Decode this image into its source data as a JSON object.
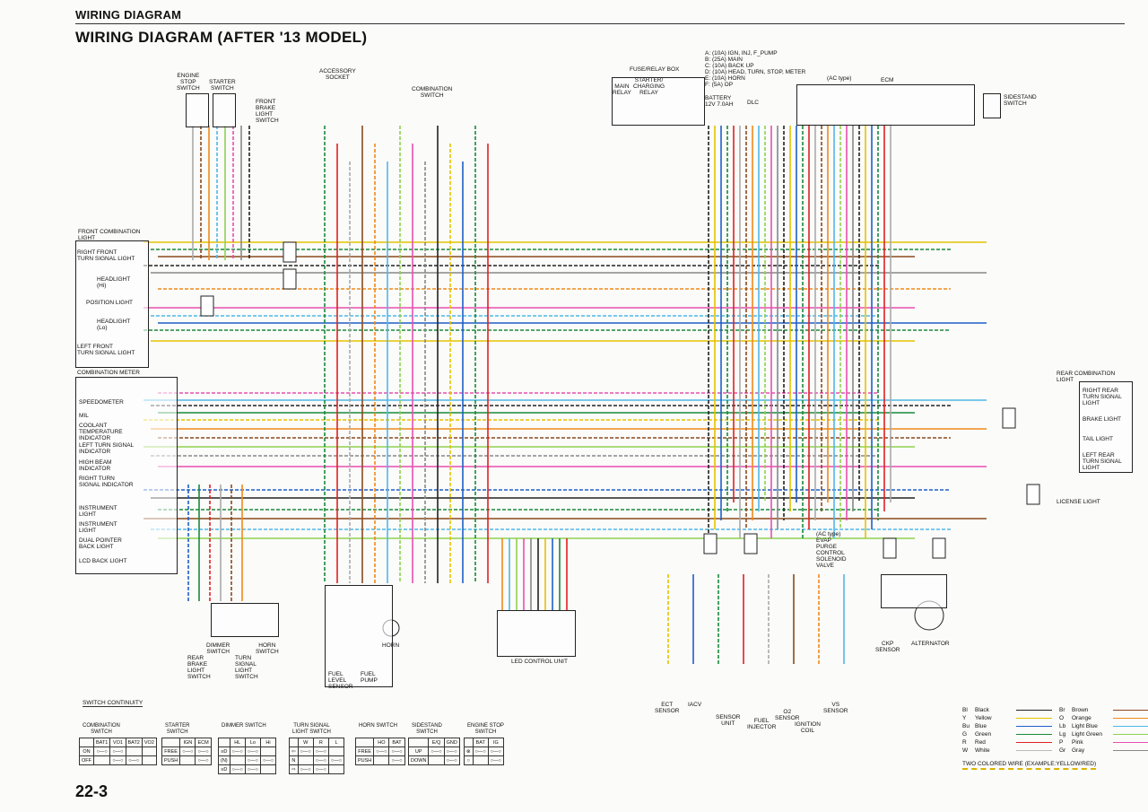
{
  "header": {
    "section": "WIRING DIAGRAM",
    "title": "WIRING DIAGRAM (AFTER '13 MODEL)"
  },
  "page_number": "22-3",
  "components": [
    {
      "id": "engine_stop",
      "label": "ENGINE\nSTOP\nSWITCH"
    },
    {
      "id": "starter_sw",
      "label": "STARTER\nSWITCH"
    },
    {
      "id": "front_brake",
      "label": "FRONT\nBRAKE\nLIGHT\nSWITCH"
    },
    {
      "id": "accessory",
      "label": "ACCESSORY\nSOCKET"
    },
    {
      "id": "combination_switch",
      "label": "COMBINATION\nSWITCH"
    },
    {
      "id": "fuse_box",
      "label": "FUSE/RELAY BOX"
    },
    {
      "id": "main_relay",
      "label": "MAIN\nRELAY"
    },
    {
      "id": "starter_relay",
      "label": "STARTER/\nCHARGING\nRELAY"
    },
    {
      "id": "battery",
      "label": "BATTERY\n12V 7.0AH"
    },
    {
      "id": "dlc",
      "label": "DLC"
    },
    {
      "id": "ac_type",
      "label": "(AC type)"
    },
    {
      "id": "ecm",
      "label": "ECM"
    },
    {
      "id": "sidestand",
      "label": "SIDESTAND\nSWITCH"
    },
    {
      "id": "front_combination",
      "label": "FRONT COMBINATION\nLIGHT"
    },
    {
      "id": "combination_meter",
      "label": "COMBINATION METER"
    },
    {
      "id": "rear_combination",
      "label": "REAR COMBINATION\nLIGHT"
    },
    {
      "id": "license_light",
      "label": "LICENSE LIGHT"
    },
    {
      "id": "evap",
      "label": "(AC type)\nEVAP\nPURGE\nCONTROL\nSOLENOID\nVALVE"
    },
    {
      "id": "dimmer",
      "label": "DIMMER\nSWITCH"
    },
    {
      "id": "rear_brake",
      "label": "REAR\nBRAKE\nLIGHT\nSWITCH"
    },
    {
      "id": "turn_signal_sw",
      "label": "TURN\nSIGNAL\nLIGHT\nSWITCH"
    },
    {
      "id": "horn_sw",
      "label": "HORN\nSWITCH"
    },
    {
      "id": "fuel_level",
      "label": "FUEL\nLEVEL\nSENSOR"
    },
    {
      "id": "fuel_pump",
      "label": "FUEL\nPUMP"
    },
    {
      "id": "horn",
      "label": "HORN"
    },
    {
      "id": "led_control",
      "label": "LED CONTROL UNIT"
    },
    {
      "id": "ect",
      "label": "ECT\nSENSOR"
    },
    {
      "id": "iacv",
      "label": "IACV"
    },
    {
      "id": "sensor_unit",
      "label": "SENSOR\nUNIT"
    },
    {
      "id": "fuel_injector",
      "label": "FUEL\nINJECTOR"
    },
    {
      "id": "o2",
      "label": "O2\nSENSOR"
    },
    {
      "id": "ignition_coil",
      "label": "IGNITION\nCOIL"
    },
    {
      "id": "vs",
      "label": "VS\nSENSOR"
    },
    {
      "id": "ckp",
      "label": "CKP\nSENSOR"
    },
    {
      "id": "alternator",
      "label": "ALTERNATOR"
    }
  ],
  "fuse_list": "A: (10A) IGN, INJ, F_PUMP\nB: (25A) MAIN\nC: (10A) BACK UP\nD: (10A) HEAD, TURN, STOP, METER\nE: (10A) HORN\nF: (5A) OP",
  "front_lights": [
    "RIGHT FRONT\nTURN SIGNAL LIGHT",
    "HEADLIGHT\n(Hi)",
    "POSITION LIGHT",
    "HEADLIGHT\n(Lo)",
    "LEFT FRONT\nTURN SIGNAL LIGHT"
  ],
  "meter_items": [
    "SPEEDOMETER",
    "MIL",
    "COOLANT\nTEMPERATURE\nINDICATOR",
    "LEFT TURN SIGNAL\nINDICATOR",
    "HIGH BEAM\nINDICATOR",
    "RIGHT TURN\nSIGNAL INDICATOR",
    "INSTRUMENT\nLIGHT",
    "INSTRUMENT\nLIGHT",
    "DUAL POINTER\nBACK LIGHT",
    "LCD BACK LIGHT"
  ],
  "rear_lights": [
    "RIGHT REAR\nTURN SIGNAL\nLIGHT",
    "BRAKE LIGHT",
    "TAIL LIGHT",
    "LEFT REAR\nTURN SIGNAL\nLIGHT"
  ],
  "legend": {
    "left": [
      {
        "code": "Bl",
        "name": "Black",
        "color": "#222222"
      },
      {
        "code": "Y",
        "name": "Yellow",
        "color": "#e6c200"
      },
      {
        "code": "Bu",
        "name": "Blue",
        "color": "#1f5fc8"
      },
      {
        "code": "G",
        "name": "Green",
        "color": "#1a8a3a"
      },
      {
        "code": "R",
        "name": "Red",
        "color": "#e02020"
      },
      {
        "code": "W",
        "name": "White",
        "color": "#bbbbbb"
      }
    ],
    "right": [
      {
        "code": "Br",
        "name": "Brown",
        "color": "#8a4a1e"
      },
      {
        "code": "O",
        "name": "Orange",
        "color": "#f08a1a"
      },
      {
        "code": "Lb",
        "name": "Light Blue",
        "color": "#4fb8e8"
      },
      {
        "code": "Lg",
        "name": "Light Green",
        "color": "#8fd14f"
      },
      {
        "code": "P",
        "name": "Pink",
        "color": "#e84fb0"
      },
      {
        "code": "Gr",
        "name": "Gray",
        "color": "#888888"
      }
    ],
    "note": "TWO COLORED WIRE (EXAMPLE:YELLOW/RED)"
  },
  "switch_continuity": {
    "title": "SWITCH CONTINUITY",
    "tables": [
      {
        "name": "COMBINATION\nSWITCH",
        "cols": [
          "BAT1",
          "VO1",
          "BAT2",
          "VO2"
        ],
        "rows": [
          "ON",
          "OFF"
        ]
      },
      {
        "name": "STARTER\nSWITCH",
        "cols": [
          "IGN",
          "ECM"
        ],
        "rows": [
          "FREE",
          "PUSH"
        ]
      },
      {
        "name": "DIMMER SWITCH",
        "cols": [
          "HL",
          "Lo",
          "Hi"
        ],
        "rows": [
          "≡D",
          "(N)",
          "≡D"
        ]
      },
      {
        "name": "TURN SIGNAL\nLIGHT SWITCH",
        "cols": [
          "W",
          "R",
          "L"
        ],
        "rows": [
          "⇦",
          "N",
          "⇨"
        ]
      },
      {
        "name": "HORN SWITCH",
        "cols": [
          "HO",
          "BAT"
        ],
        "rows": [
          "FREE",
          "PUSH"
        ]
      },
      {
        "name": "SIDESTAND\nSWITCH",
        "cols": [
          "E/Q",
          "GND"
        ],
        "rows": [
          "UP",
          "DOWN"
        ]
      },
      {
        "name": "ENGINE STOP\nSWITCH",
        "cols": [
          "BAT",
          "IG"
        ],
        "rows": [
          "⊗",
          "○"
        ]
      }
    ]
  }
}
